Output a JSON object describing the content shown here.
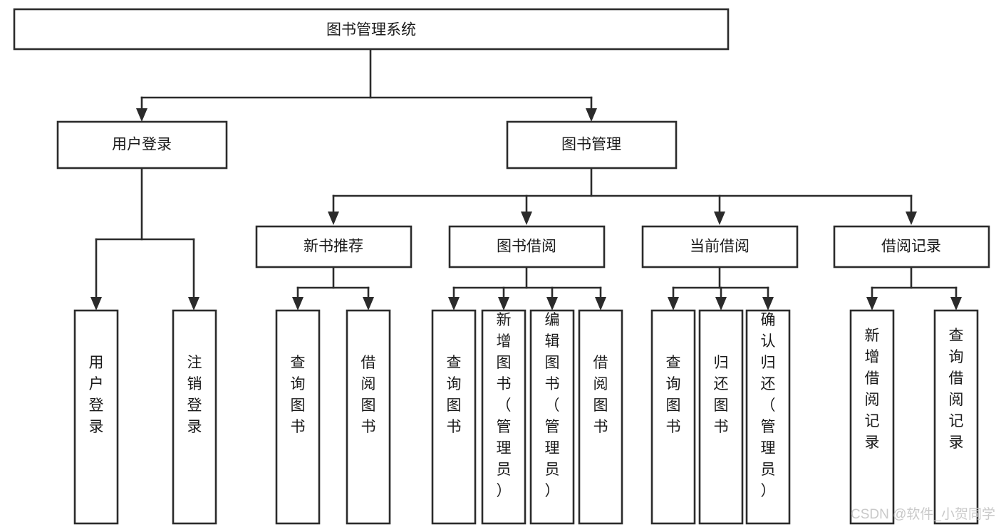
{
  "diagram": {
    "title": "图书管理系统",
    "type": "hierarchy-tree",
    "colors": {
      "box_stroke": "#2b2b2b",
      "box_fill": "#ffffff",
      "text": "#1a1a1a",
      "background": "#ffffff",
      "watermark": "#c9c9c9"
    },
    "levels": {
      "root": {
        "label": "图书管理系统"
      },
      "level2": [
        {
          "label": "用户登录"
        },
        {
          "label": "图书管理"
        }
      ],
      "level3": [
        {
          "label": "新书推荐"
        },
        {
          "label": "图书借阅"
        },
        {
          "label": "当前借阅"
        },
        {
          "label": "借阅记录"
        }
      ],
      "leaves": {
        "user_login": [
          {
            "label": "用户登录"
          },
          {
            "label": "注销登录"
          }
        ],
        "new_book_recommend": [
          {
            "label": "查询图书"
          },
          {
            "label": "借阅图书"
          }
        ],
        "book_borrow": [
          {
            "label": "查询图书"
          },
          {
            "label": "新增图书（管理员）"
          },
          {
            "label": "编辑图书（管理员）"
          },
          {
            "label": "借阅图书"
          }
        ],
        "current_borrow": [
          {
            "label": "查询图书"
          },
          {
            "label": "归还图书"
          },
          {
            "label": "确认归还（管理员）"
          }
        ],
        "borrow_record": [
          {
            "label": "新增借阅记录"
          },
          {
            "label": "查询借阅记录"
          }
        ]
      }
    }
  },
  "watermark": {
    "text": "CSDN @软件_小贺同学"
  }
}
